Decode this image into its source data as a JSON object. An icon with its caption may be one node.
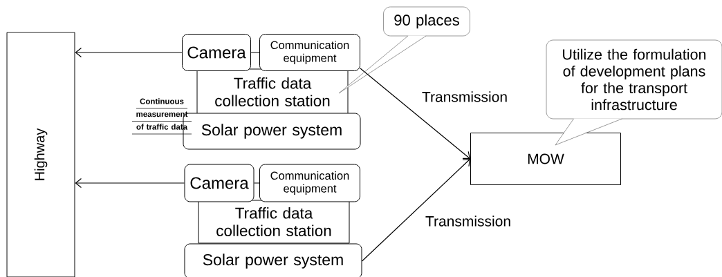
{
  "diagram": {
    "nodes": [
      {
        "text": [
          "Highway"
        ]
      },
      {
        "text": [
          "Traffic data collection station"
        ]
      },
      {
        "text": [
          "Camera"
        ]
      },
      {
        "text": [
          "Communication equipment"
        ]
      },
      {
        "text": [
          "Solar power system"
        ]
      },
      {
        "text": [
          "Traffic data collection station"
        ]
      },
      {
        "text": [
          "Camera"
        ]
      },
      {
        "text": [
          "Communication equipment"
        ]
      },
      {
        "text": [
          "Solar power system"
        ]
      },
      {
        "text": [
          "MOW"
        ]
      },
      {
        "text": [
          "90 places"
        ]
      },
      {
        "text": [
          "Utilize the formulation of development plans for the transport infrastructure"
        ]
      }
    ],
    "edges": [
      {
        "from": 2,
        "to": 0,
        "arrow": "to"
      },
      {
        "from": 6,
        "to": 0,
        "arrow": "to"
      },
      {
        "from": 2,
        "to": 3,
        "arrow": "none"
      },
      {
        "from": 6,
        "to": 7,
        "arrow": "none"
      },
      {
        "from": 3,
        "to": 9,
        "arrow": "to",
        "label": "Transmission"
      },
      {
        "from": 8,
        "to": 9,
        "arrow": "to",
        "label": "Transmission"
      },
      {
        "from": 10,
        "to": 1,
        "arrow": "none",
        "color": "#808080"
      },
      {
        "from": 11,
        "to": 9,
        "arrow": "none",
        "color": "#808080"
      }
    ],
    "labels": [
      "Continuous measurement of traffic data"
    ]
  }
}
